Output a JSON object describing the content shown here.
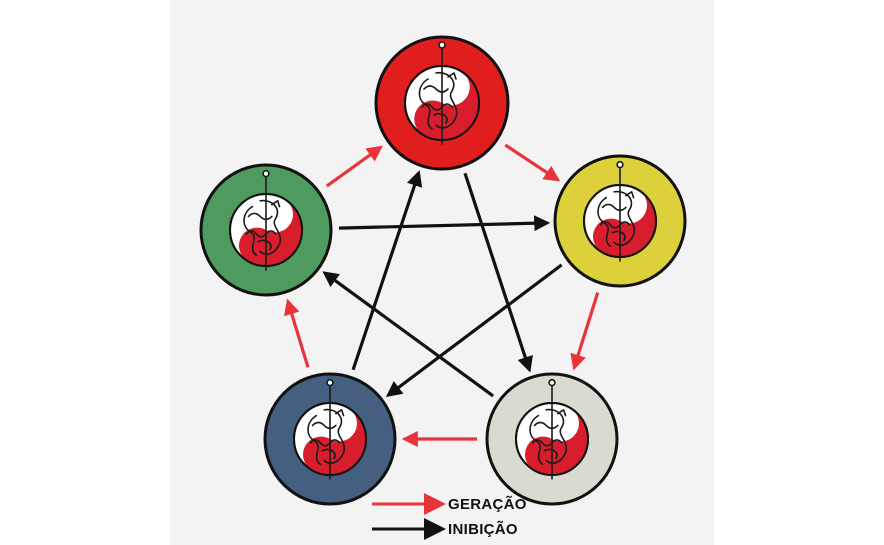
{
  "diagram": {
    "nodes": [
      {
        "id": "top",
        "color": "#e11d1d",
        "icon": "dragon-yin-yang-icon"
      },
      {
        "id": "right",
        "color": "#dcd13a",
        "icon": "dragon-yin-yang-icon"
      },
      {
        "id": "bottom-right",
        "color": "#d9dad0",
        "icon": "dragon-yin-yang-icon"
      },
      {
        "id": "bottom-left",
        "color": "#455f80",
        "icon": "dragon-yin-yang-icon"
      },
      {
        "id": "left",
        "color": "#4f9a5e",
        "icon": "dragon-yin-yang-icon"
      }
    ],
    "generation_edges": [
      {
        "from": "top",
        "to": "right"
      },
      {
        "from": "right",
        "to": "bottom-right"
      },
      {
        "from": "bottom-right",
        "to": "bottom-left"
      },
      {
        "from": "bottom-left",
        "to": "left"
      },
      {
        "from": "left",
        "to": "top"
      }
    ],
    "inhibition_edges": [
      {
        "from": "top",
        "to": "bottom-right"
      },
      {
        "from": "right",
        "to": "bottom-left"
      },
      {
        "from": "bottom-right",
        "to": "left"
      },
      {
        "from": "bottom-left",
        "to": "top"
      },
      {
        "from": "left",
        "to": "right"
      }
    ],
    "colors": {
      "generation": "#e8333a",
      "inhibition": "#111111",
      "yin": "#d81e2c",
      "yang": "#ffffff",
      "ring_stroke": "#111111"
    }
  },
  "legend": {
    "generation_label": "GERAÇÃO",
    "inhibition_label": "INIBIÇÃO"
  }
}
